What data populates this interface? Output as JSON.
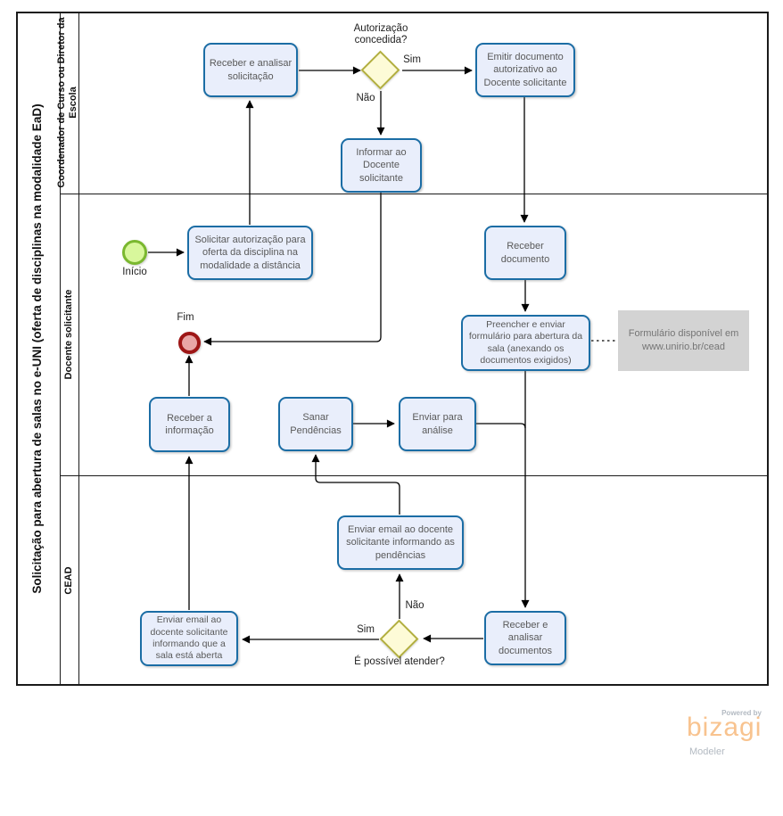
{
  "pool": {
    "title": "Solicitação para abertura de salas no e-UNI (oferta de disciplinas na modalidade EaD)",
    "lanes": [
      {
        "label": "Coordenador de Curso ou Diretor da\nEscola"
      },
      {
        "label": "Docente  solicitante"
      },
      {
        "label": "CEAD"
      }
    ]
  },
  "events": {
    "start": {
      "label": "Início"
    },
    "end": {
      "label": "Fim"
    }
  },
  "tasks": {
    "receber_analisar_solicitacao": {
      "label": "Receber  e analisar\nsolicitação"
    },
    "emitir_documento": {
      "label": "Emitir documento\nautorizativo ao\nDocente solicitante"
    },
    "informar_docente": {
      "label": "Informar ao\nDocente\nsolicitante"
    },
    "solicitar_autorizacao": {
      "label": "Solicitar autorização para\noferta da disciplina na\nmodalidade a distância"
    },
    "receber_documento": {
      "label": "Receber\ndocumento"
    },
    "preencher_formulario": {
      "label": "Preencher e enviar\nformulário para abertura da\nsala (anexando os\ndocumentos exigidos)"
    },
    "receber_informacao": {
      "label": "Receber a\ninformação"
    },
    "sanar_pendencias": {
      "label": "Sanar\nPendências"
    },
    "enviar_analise": {
      "label": "Enviar para\nanálise"
    },
    "email_pendencias": {
      "label": "Enviar email ao docente\nsolicitante informando as\npendências"
    },
    "email_sala_aberta": {
      "label": "Enviar email ao\ndocente solicitante\ninformando que a\nsala está aberta"
    },
    "receber_analisar_documentos": {
      "label": "Receber e\nanalisar\ndocumentos"
    }
  },
  "gateways": {
    "autorizacao": {
      "question": "Autorização\nconcedida?",
      "yes": "Sim",
      "no": "Não"
    },
    "atender": {
      "question": "É possível atender?",
      "yes": "Sim",
      "no": "Não"
    }
  },
  "annotation": {
    "text": "Formulário disponível em\nwww.unirio.br/cead"
  },
  "branding": {
    "powered_by": "Powered by",
    "brand": "bizagi",
    "product": "Modeler"
  },
  "colors": {
    "task_fill": "#e9eefb",
    "task_border": "#1b6da5",
    "gateway_fill": "#fdfbd7",
    "gateway_border": "#b2af3f",
    "start_fill": "#d8f79c",
    "start_border": "#7ab82f",
    "end_fill": "#e9a6a6",
    "end_border": "#9e1616",
    "annotation_fill": "#d3d3d3",
    "annotation_text": "#757575",
    "connector": "#000000",
    "brand_orange": "#f8c38f",
    "brand_gray": "#b3bac2"
  }
}
